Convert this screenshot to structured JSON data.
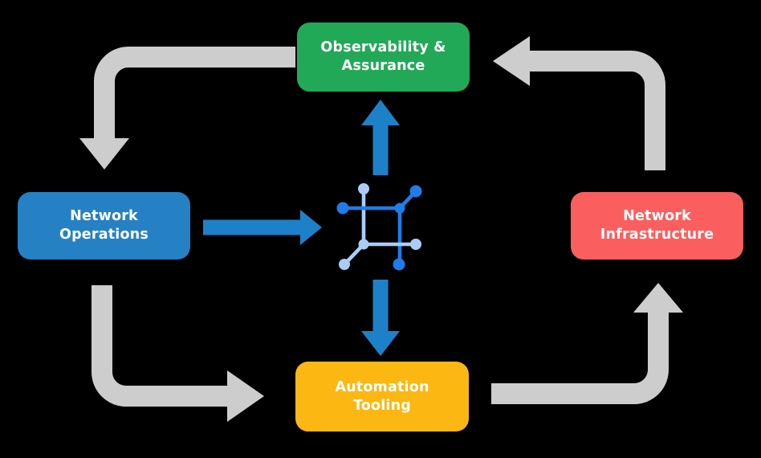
{
  "diagram": {
    "nodes": [
      {
        "id": "observability-assurance",
        "lines": [
          "Observability &",
          "Assurance"
        ],
        "color_key": "green"
      },
      {
        "id": "network-operations",
        "lines": [
          "Network",
          "Operations"
        ],
        "color_key": "blue"
      },
      {
        "id": "network-infrastructure",
        "lines": [
          "Network",
          "Infrastructure"
        ],
        "color_key": "red"
      },
      {
        "id": "automation-tooling",
        "lines": [
          "Automation",
          "Tooling"
        ],
        "color_key": "yellow"
      }
    ],
    "center_icon": "network-fabric-icon",
    "flows": [
      {
        "from": "Observability & Assurance",
        "to": "Network Operations",
        "style": "gray-cycle"
      },
      {
        "from": "Network Operations",
        "to": "Automation Tooling",
        "style": "gray-cycle"
      },
      {
        "from": "Automation Tooling",
        "to": "Network Infrastructure",
        "style": "gray-cycle"
      },
      {
        "from": "Network Infrastructure",
        "to": "Observability & Assurance",
        "style": "gray-cycle"
      },
      {
        "from": "Network Operations",
        "to": "network-fabric-icon",
        "style": "blue-flow"
      },
      {
        "from": "network-fabric-icon",
        "to": "Observability & Assurance",
        "style": "blue-flow"
      },
      {
        "from": "network-fabric-icon",
        "to": "Automation Tooling",
        "style": "blue-flow"
      }
    ]
  },
  "colors": {
    "bg": "#000000",
    "green": "#22a958",
    "blue": "#2581c4",
    "red": "#fb5e5e",
    "yellow": "#fcb712",
    "gray": "#cdcdcd",
    "flow": "#1d81c9",
    "icondark": "#1e7ceb",
    "iconlight": "#a9cdf6",
    "text": "#ffffff"
  }
}
